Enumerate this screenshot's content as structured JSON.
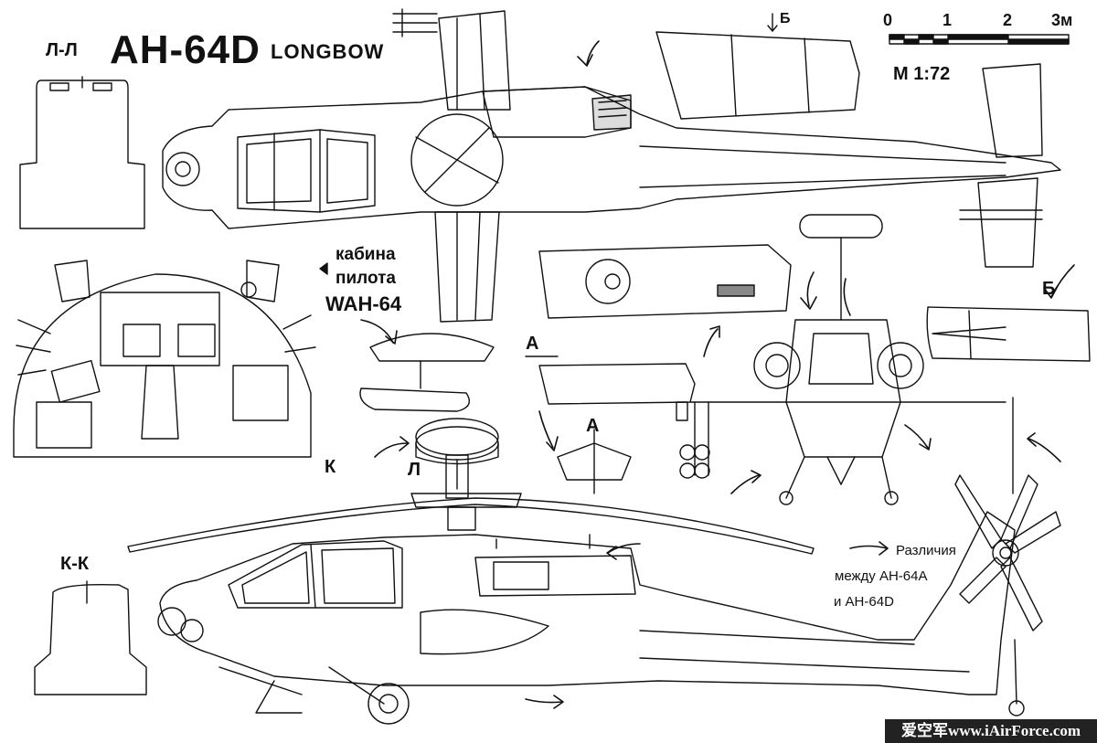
{
  "title": {
    "section_prefix": "Л-Л",
    "model": "AH-64D",
    "variant": "LONGBOW"
  },
  "scale": {
    "ticks": [
      "0",
      "1",
      "2",
      "3м"
    ],
    "ratio": "М 1:72"
  },
  "section_labels": {
    "b_top": "Б",
    "b_right": "Б",
    "a_left": "А",
    "a_mid": "А",
    "k_mark": "К",
    "l_mark": "Л",
    "kk_title": "К-К"
  },
  "cockpit_caption": {
    "line1": "кабина",
    "line2": "пилота",
    "line3": "WAH-64"
  },
  "differences_caption": {
    "line1": "Различия",
    "line2": "между АН-64А",
    "line3": "и АН-64D"
  },
  "watermark": "爱空军www.iAirForce.com"
}
